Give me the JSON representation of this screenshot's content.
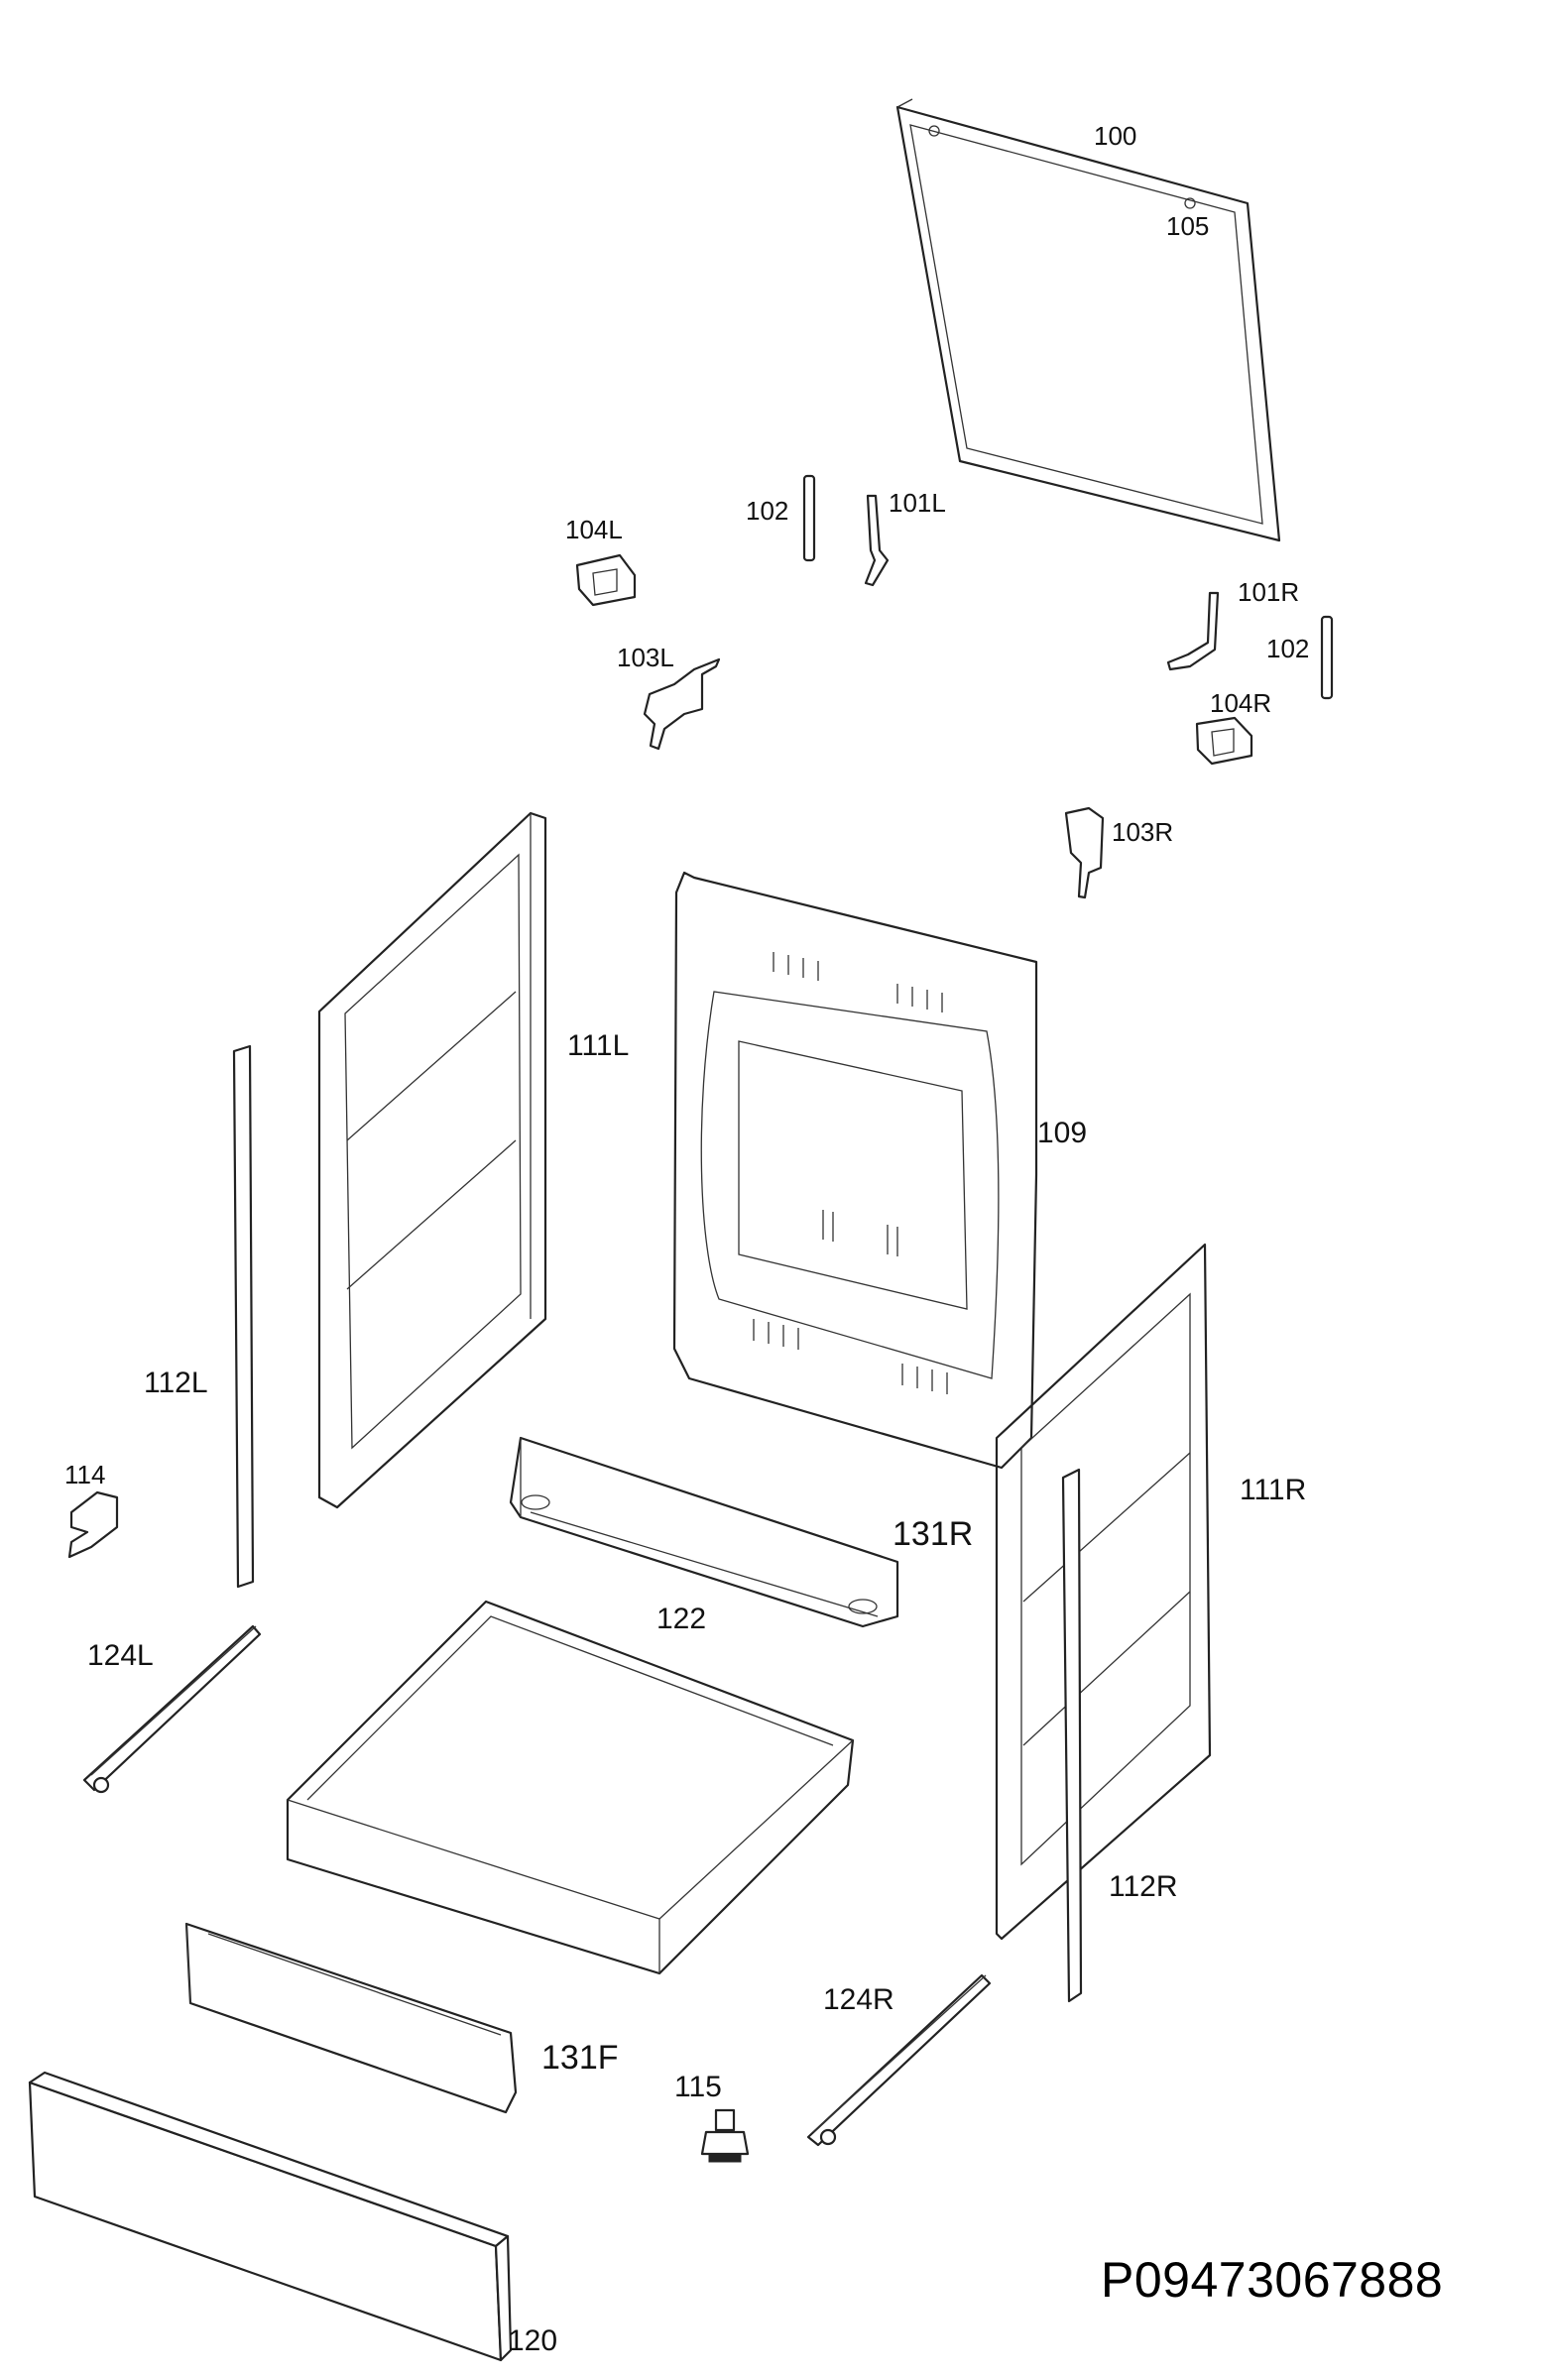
{
  "labels": {
    "l100": "100",
    "l105": "105",
    "l102a": "102",
    "l101L": "101L",
    "l104L": "104L",
    "l103L": "103L",
    "l101R": "101R",
    "l102b": "102",
    "l104R": "104R",
    "l103R": "103R",
    "l111L": "111L",
    "l109": "109",
    "l112L": "112L",
    "l114": "114",
    "l111R": "111R",
    "l131R": "131R",
    "l122": "122",
    "l124L": "124L",
    "l112R": "112R",
    "l124R": "124R",
    "l131F": "131F",
    "l115": "115",
    "l120": "120"
  },
  "diagram_code": "P09473067888"
}
